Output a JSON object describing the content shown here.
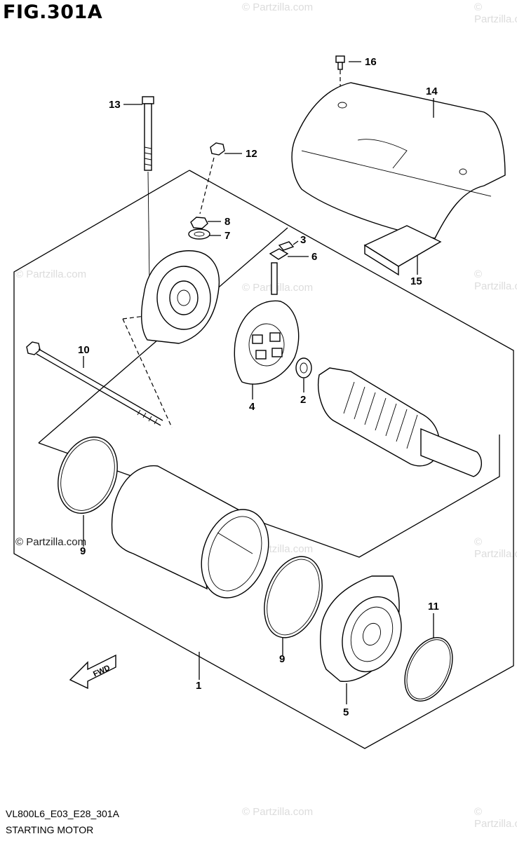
{
  "figure": {
    "title": "FIG.301A"
  },
  "footer": {
    "code": "VL800L6_E03_E28_301A",
    "name": "STARTING MOTOR"
  },
  "watermark": {
    "text": "© Partzilla.com"
  },
  "fwd_arrow": {
    "label": "FWD"
  },
  "callouts": {
    "p1": "1",
    "p2": "2",
    "p3": "3",
    "p4": "4",
    "p5": "5",
    "p6": "6",
    "p7": "7",
    "p8": "8",
    "p9a": "9",
    "p9b": "9",
    "p10": "10",
    "p11": "11",
    "p12": "12",
    "p13": "13",
    "p14": "14",
    "p15": "15",
    "p16": "16"
  },
  "colors": {
    "line": "#000000",
    "watermark": "#dcdcdc",
    "background": "#ffffff"
  }
}
